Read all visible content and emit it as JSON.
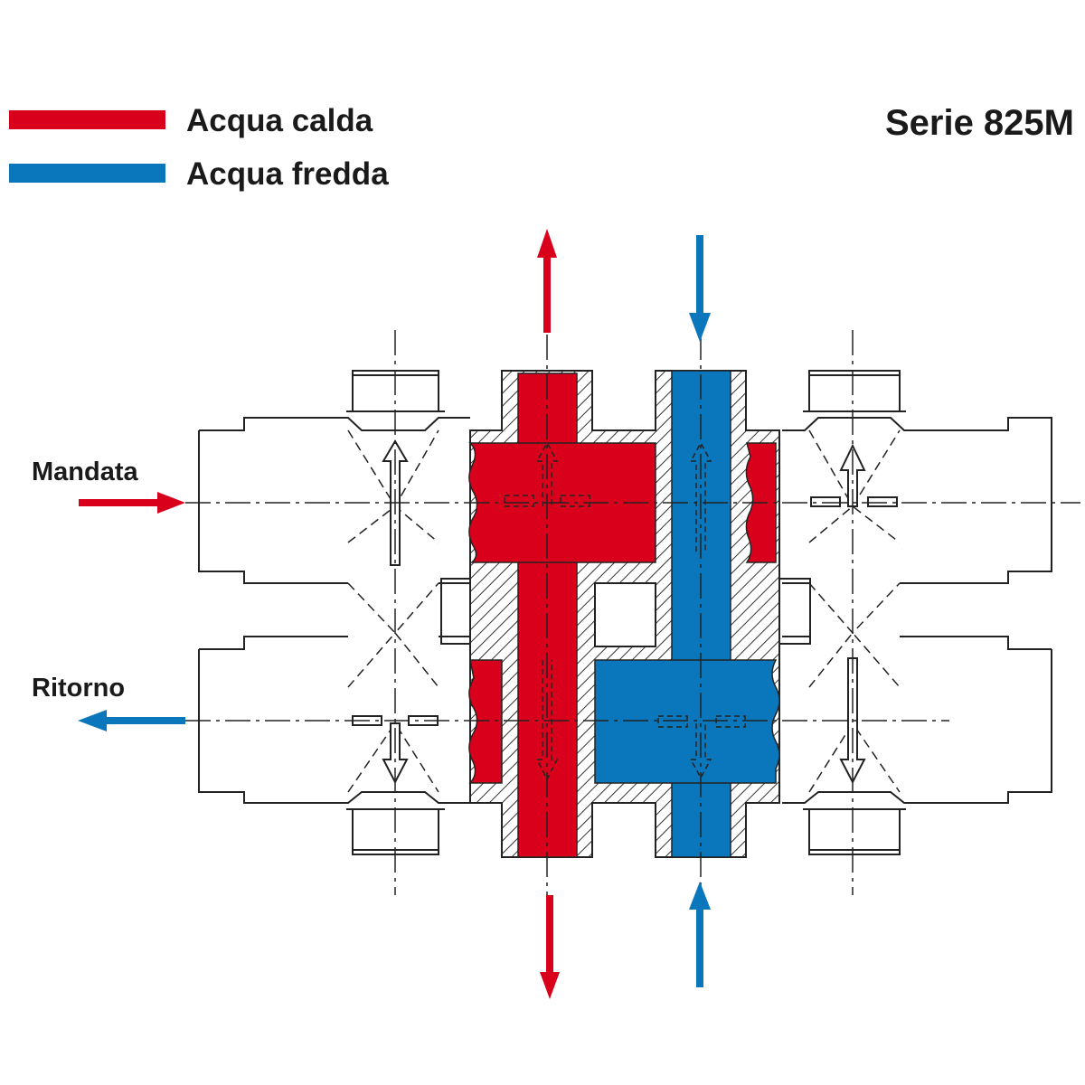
{
  "legend": {
    "hot": {
      "label": "Acqua calda",
      "color": "#d9001b"
    },
    "cold": {
      "label": "Acqua fredda",
      "color": "#0a77bd"
    }
  },
  "title": "Serie 825M",
  "labels": {
    "supply": "Mandata",
    "return": "Ritorno"
  },
  "colors": {
    "hot": "#d9001b",
    "cold": "#0a77bd",
    "line": "#222222",
    "hatch": "#333333"
  }
}
